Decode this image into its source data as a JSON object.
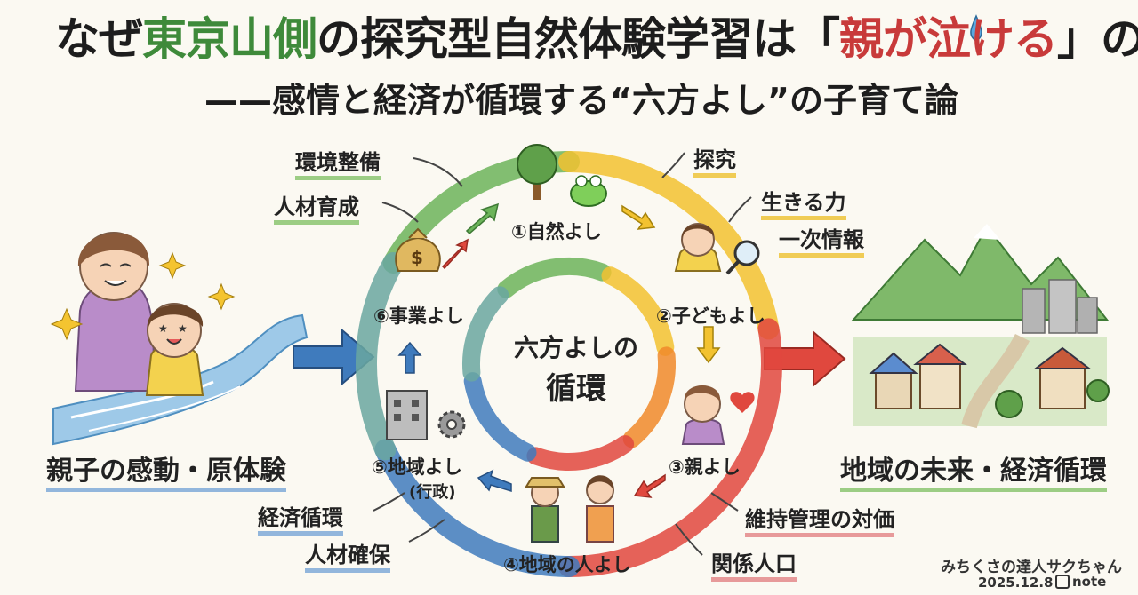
{
  "title": {
    "part1": "なぜ",
    "part2": "東京山側",
    "part3": "の探究型自然体験学習は「",
    "part4": "親が泣ける",
    "part5": "」のか？"
  },
  "subtitle": "——感情と経済が循環する“六方よし”の子育て論",
  "center": {
    "line1": "六方よしの",
    "line2": "循環"
  },
  "nodes": [
    {
      "id": "nature",
      "label": "①自然よし"
    },
    {
      "id": "child",
      "label": "②子どもよし"
    },
    {
      "id": "parent",
      "label": "③親よし"
    },
    {
      "id": "people",
      "label": "④地域の人よし"
    },
    {
      "id": "region",
      "label": "⑤地域よし",
      "label2": "(行政)"
    },
    {
      "id": "business",
      "label": "⑥事業よし"
    }
  ],
  "outer_labels": {
    "env": "環境整備",
    "hr": "人材育成",
    "inquiry": "探究",
    "life": "生きる力",
    "info": "一次情報",
    "maint": "維持管理の対価",
    "relation": "関係人口",
    "econ": "経済循環",
    "secure": "人材確保"
  },
  "left_caption": "親子の感動・原体験",
  "right_caption": "地域の未来・経済循環",
  "signature": "みちくさの達人サクちゃん",
  "date": "2025.12.8",
  "brand": "note",
  "colors": {
    "green": "#6cb45a",
    "yellow": "#f2c230",
    "orange": "#f08a2a",
    "red": "#e0483e",
    "blue": "#3f7bbd",
    "teal": "#6aa7a0"
  }
}
